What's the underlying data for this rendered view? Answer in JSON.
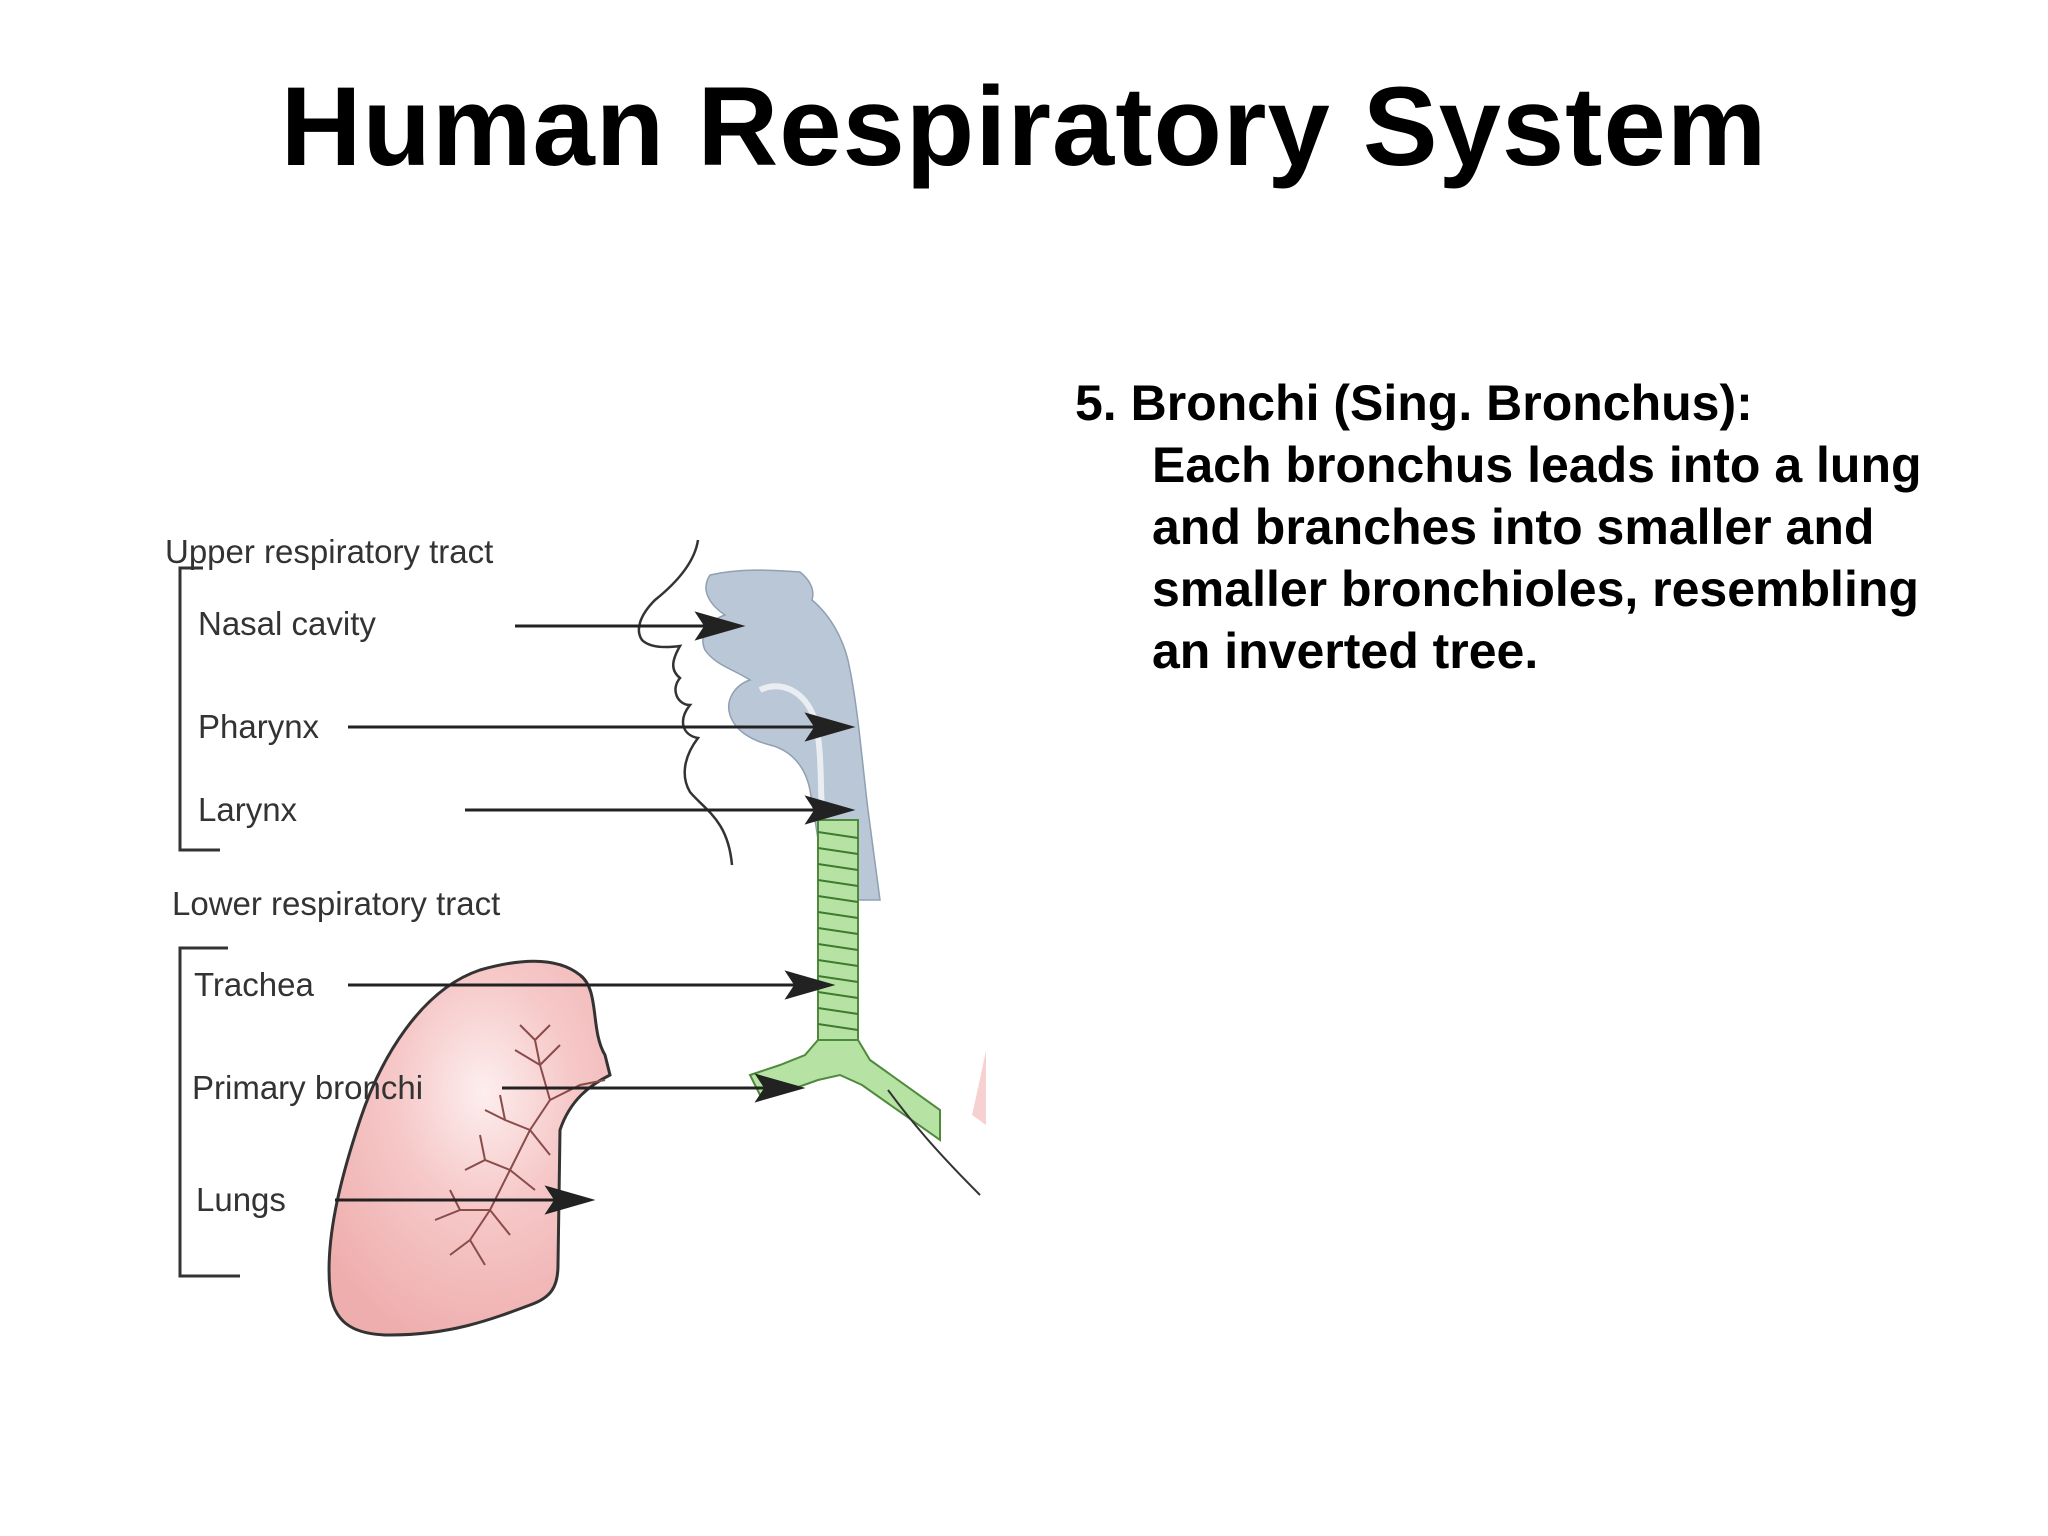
{
  "slide": {
    "title": "Human Respiratory System"
  },
  "diagram": {
    "upper_tract_label": "Upper respiratory tract",
    "lower_tract_label": "Lower respiratory tract",
    "labels": {
      "nasal_cavity": "Nasal cavity",
      "pharynx": "Pharynx",
      "larynx": "Larynx",
      "trachea": "Trachea",
      "primary_bronchi": "Primary bronchi",
      "lungs": "Lungs"
    },
    "colors": {
      "upper_airway": "#b9c7d6",
      "trachea": "#b6e3a3",
      "lung": "#f2b6b6",
      "outline": "#333333"
    }
  },
  "content": {
    "heading": "5. Bronchi (Sing. Bronchus):",
    "body": "Each bronchus leads into a lung and branches into smaller and smaller bronchioles, resembling an inverted tree."
  }
}
